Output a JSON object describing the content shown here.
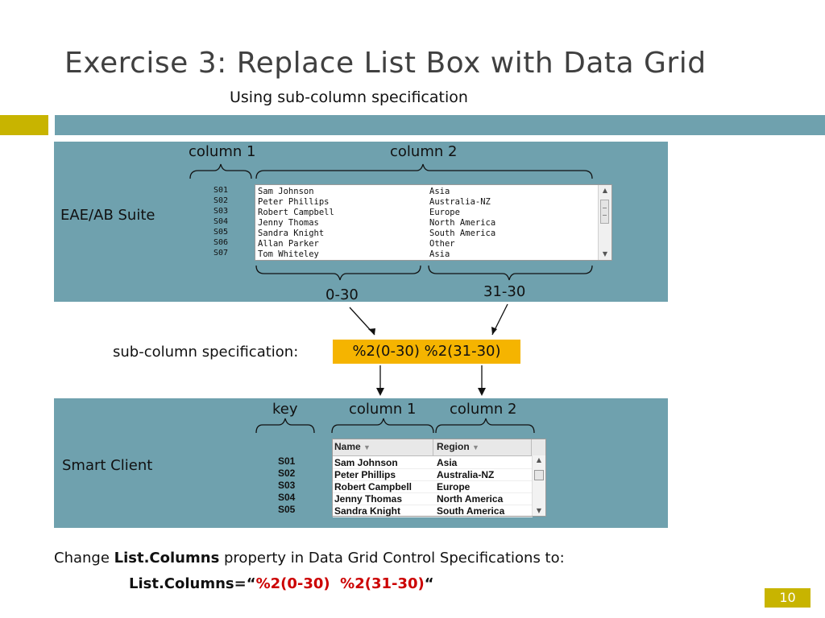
{
  "slide": {
    "title": "Exercise 3: Replace List Box with Data Grid",
    "subtitle": "Using sub-column specification",
    "page_number": "10"
  },
  "top_panel": {
    "label": "EAE/AB Suite",
    "column1_label": "column 1",
    "column2_label": "column 2",
    "range1": "0-30",
    "range2": "31-30",
    "keys": [
      "S01",
      "S02",
      "S03",
      "S04",
      "S05",
      "S06",
      "S07"
    ],
    "rows": [
      {
        "name": "Sam Johnson",
        "region": "Asia"
      },
      {
        "name": "Peter Phillips",
        "region": "Australia-NZ"
      },
      {
        "name": "Robert Campbell",
        "region": "Europe"
      },
      {
        "name": "Jenny Thomas",
        "region": "North America"
      },
      {
        "name": "Sandra Knight",
        "region": "South America"
      },
      {
        "name": "Allan Parker",
        "region": "Other"
      },
      {
        "name": "Tom Whiteley",
        "region": "Asia"
      }
    ]
  },
  "spec": {
    "label": "sub-column specification:",
    "value": "%2(0-30) %2(31-30)"
  },
  "bottom_panel": {
    "label": "Smart Client",
    "key_label": "key",
    "column1_label": "column 1",
    "column2_label": "column 2",
    "header_name": "Name",
    "header_region": "Region",
    "keys": [
      "S01",
      "S02",
      "S03",
      "S04",
      "S05"
    ],
    "rows": [
      {
        "name": "Sam Johnson",
        "region": "Asia"
      },
      {
        "name": "Peter Phillips",
        "region": "Australia-NZ"
      },
      {
        "name": "Robert Campbell",
        "region": "Europe"
      },
      {
        "name": "Jenny Thomas",
        "region": "North America"
      },
      {
        "name": "Sandra Knight",
        "region": "South America"
      }
    ]
  },
  "instruction": {
    "prefix": "Change ",
    "bold_term": "List.Columns",
    "suffix": " property in Data Grid Control Specifications to:",
    "formula_prefix": "List.Columns=“",
    "formula_value": "%2(0-30)  %2(31-30)",
    "formula_suffix": "“"
  },
  "colors": {
    "accent_gold": "#c8b400",
    "panel_teal": "#6fa1ae",
    "spec_highlight": "#f5b400",
    "formula_red": "#cc0000"
  }
}
